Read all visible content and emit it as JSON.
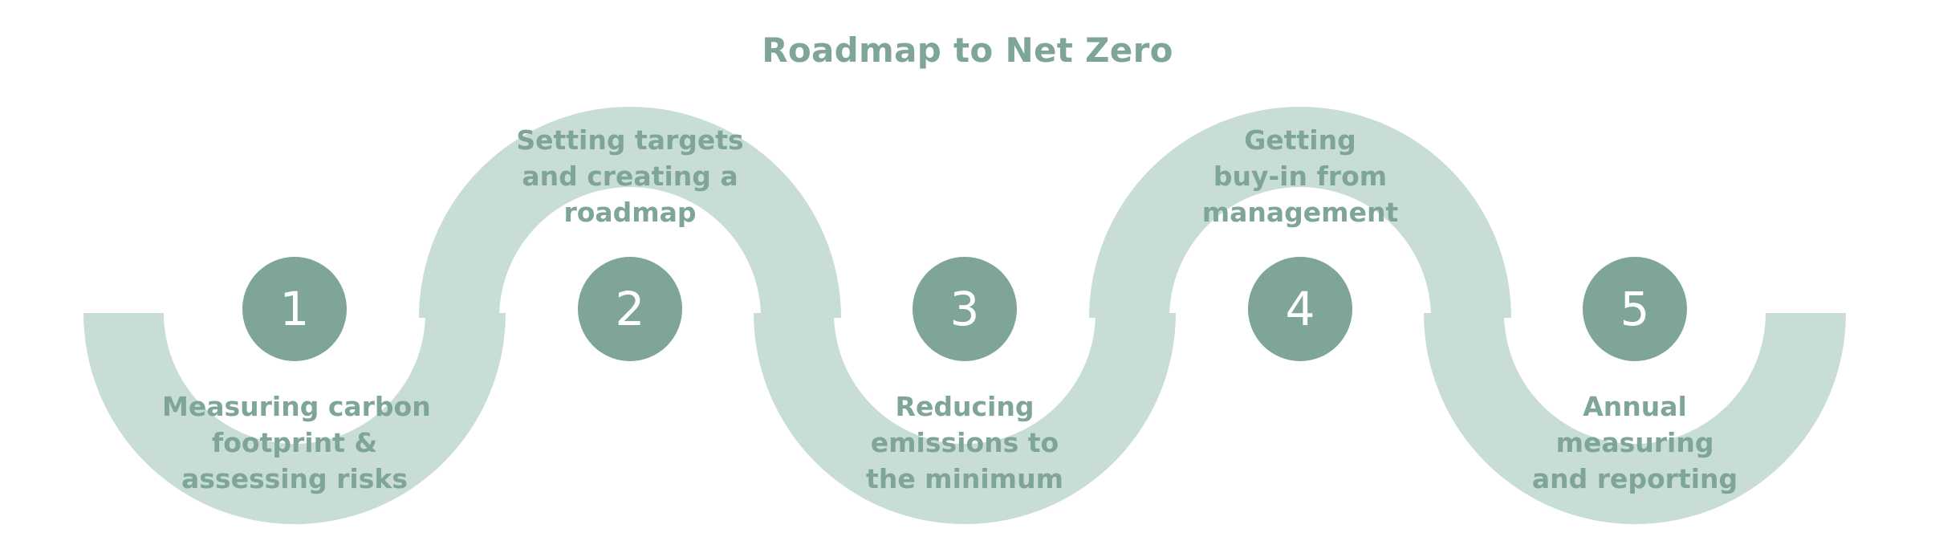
{
  "title": "Roadmap to Net Zero",
  "colors": {
    "band": "#c8ddd6",
    "circle": "#7ea595",
    "text": "#7ea595",
    "background": "#ffffff"
  },
  "steps": [
    {
      "number": "1",
      "lines": [
        "Measuring carbon",
        "footprint &",
        "assessing risks"
      ]
    },
    {
      "number": "2",
      "lines": [
        "Setting targets",
        "and creating a",
        "roadmap"
      ]
    },
    {
      "number": "3",
      "lines": [
        "Reducing",
        "emissions to",
        "the minimum"
      ]
    },
    {
      "number": "4",
      "lines": [
        "Getting",
        "buy-in from",
        "management"
      ]
    },
    {
      "number": "5",
      "lines": [
        "Annual",
        "measuring",
        "and reporting"
      ]
    }
  ]
}
